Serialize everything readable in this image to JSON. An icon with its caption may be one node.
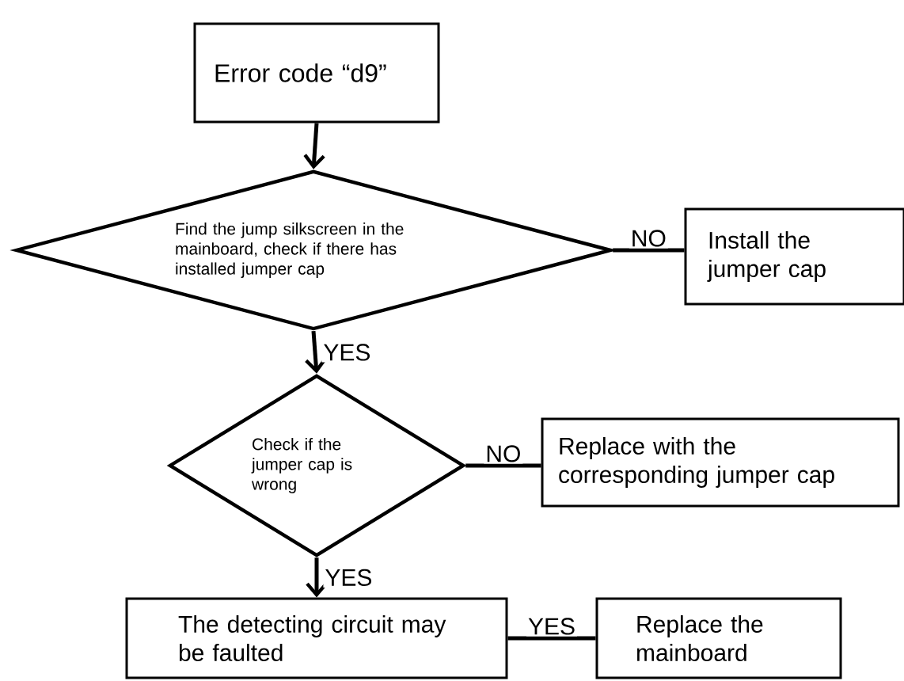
{
  "diagram": {
    "nodes": [
      {
        "text": [
          "Error code “d9”"
        ]
      },
      {
        "text": [
          "Find the jump silkscreen in the mainboard, check if there has installed jumper cap"
        ]
      },
      {
        "text": [
          "Install the jumper cap"
        ]
      },
      {
        "text": [
          "Check if the jumper cap is wrong"
        ]
      },
      {
        "text": [
          "Replace with the corresponding jumper cap"
        ]
      },
      {
        "text": [
          "The detecting circuit may be faulted"
        ]
      },
      {
        "text": [
          "Replace the mainboard"
        ]
      }
    ],
    "edges": [
      {
        "from": 0,
        "to": 1,
        "arrow": "to"
      },
      {
        "from": 1,
        "to": 2,
        "arrow": "none",
        "label": "NO"
      },
      {
        "from": 1,
        "to": 3,
        "arrow": "to",
        "label": "YES"
      },
      {
        "from": 3,
        "to": 4,
        "arrow": "none",
        "label": "NO"
      },
      {
        "from": 3,
        "to": 5,
        "arrow": "to",
        "label": "YES"
      },
      {
        "from": 5,
        "to": 6,
        "arrow": "none",
        "label": "YES"
      }
    ]
  }
}
